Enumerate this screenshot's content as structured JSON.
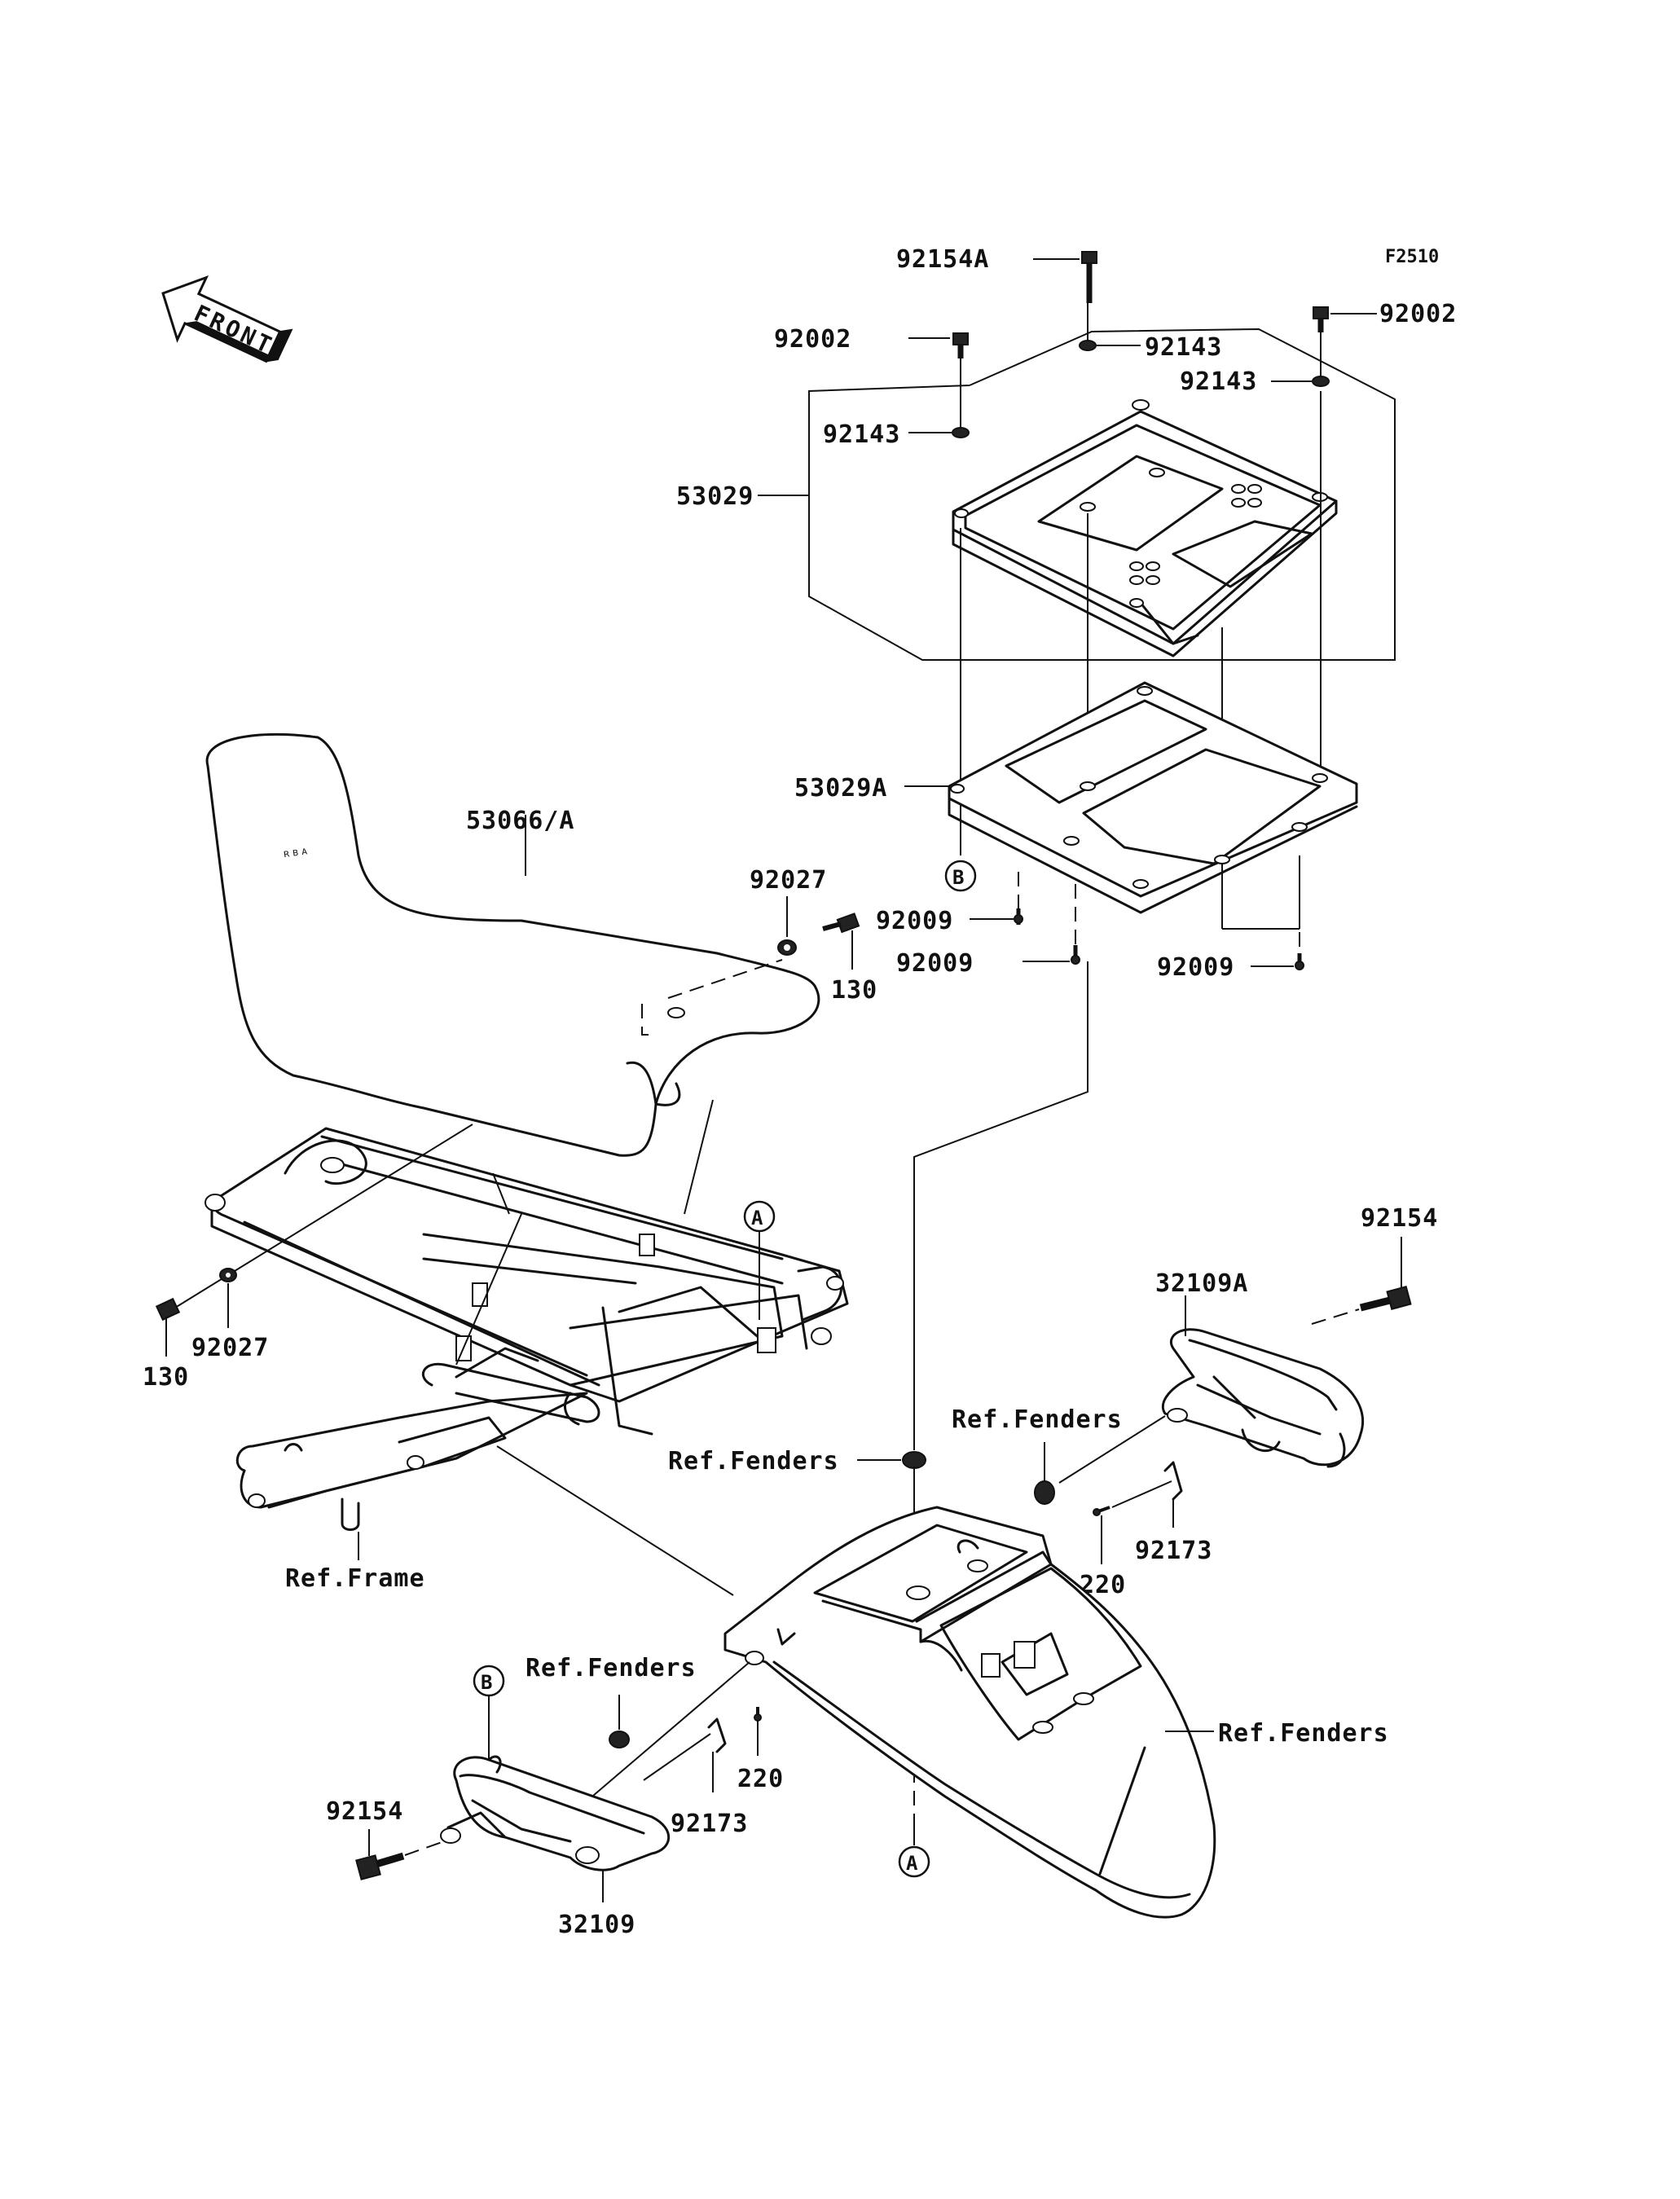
{
  "figure_code": "F2510",
  "front_arrow": {
    "label": "FRONT"
  },
  "colors": {
    "line": "#111111",
    "background": "#ffffff"
  },
  "labels": {
    "bolt_92154A": "92154A",
    "bolt_92002_left": "92002",
    "bolt_92002_right": "92002",
    "washer_92143_top": "92143",
    "washer_92143_right": "92143",
    "washer_92143_left": "92143",
    "carrier_53029": "53029",
    "plate_53029A": "53029A",
    "seat_53066A": "53066/A",
    "washer_92027_top": "92027",
    "bolt_130_top": "130",
    "screw_92009_a": "92009",
    "screw_92009_b": "92009",
    "screw_92009_c": "92009",
    "bolt_130_left": "130",
    "washer_92027_left": "92027",
    "bolt_92154_right": "92154",
    "grip_32109A": "32109A",
    "ref_fenders_1": "Ref.Fenders",
    "ref_fenders_2": "Ref.Fenders",
    "ref_frame": "Ref.Frame",
    "clip_220_right": "220",
    "clamp_92173_right": "92173",
    "ref_fenders_3": "Ref.Fenders",
    "ref_fenders_4": "Ref.Fenders",
    "clip_220_left": "220",
    "clamp_92173_left": "92173",
    "bolt_92154_left": "92154",
    "grip_32109": "32109"
  },
  "callouts": {
    "a_frame": "A",
    "a_fender": "A",
    "b_plate": "B",
    "b_grip": "B"
  }
}
